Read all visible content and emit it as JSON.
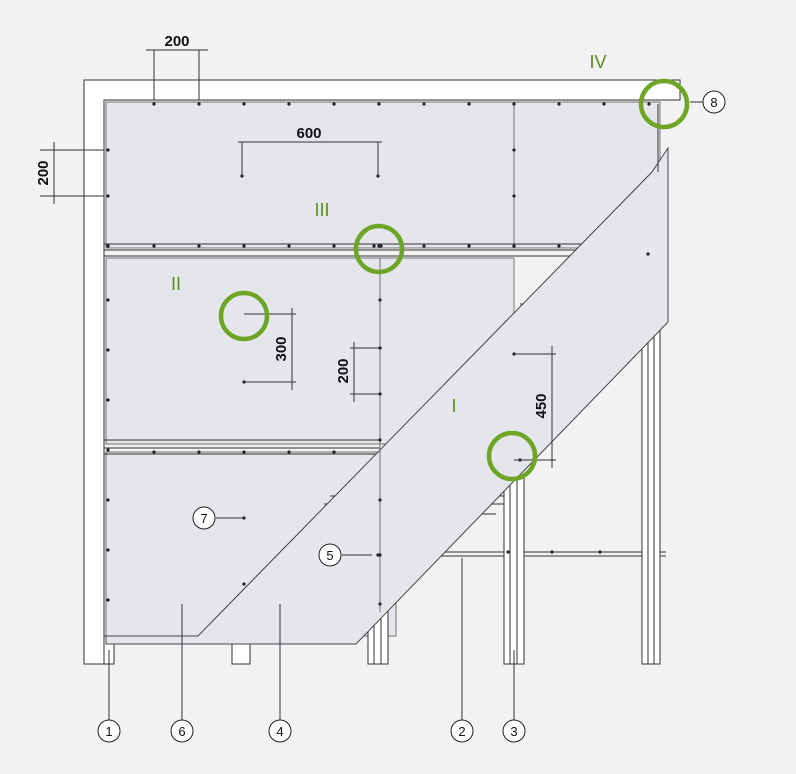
{
  "dimensions": {
    "d200_top": "200",
    "d200_left": "200",
    "d600": "600",
    "d300": "300",
    "d200_mid": "200",
    "d450": "450"
  },
  "zones": {
    "I": "I",
    "II": "II",
    "III": "III",
    "IV": "IV"
  },
  "callouts": {
    "c1": "1",
    "c2": "2",
    "c3": "3",
    "c4": "4",
    "c5": "5",
    "c6": "6",
    "c7": "7",
    "c8": "8"
  },
  "colors": {
    "highlight": "#6fa526",
    "board": "#e4e6ec",
    "line": "#222222",
    "roman": "#5a8e1c"
  }
}
